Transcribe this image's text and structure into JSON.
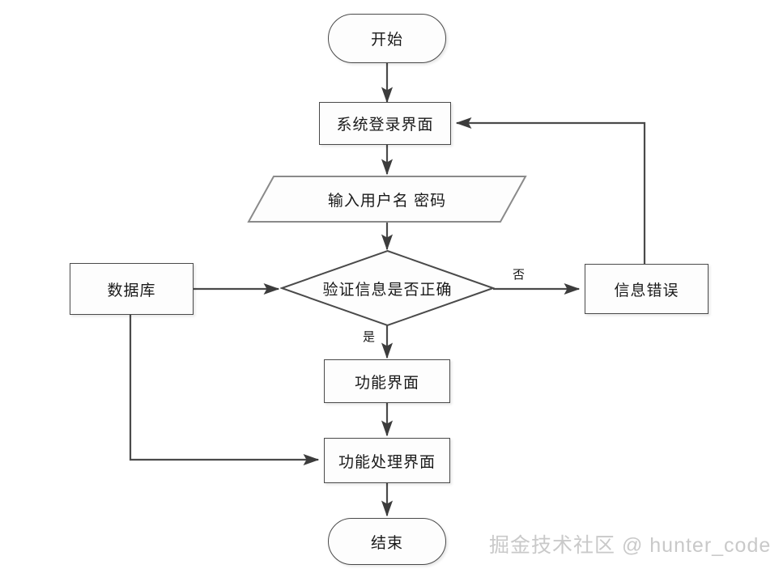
{
  "diagram": {
    "type": "flowchart",
    "title": "",
    "background_color": "#ffffff",
    "line_color": "#4a4a4a",
    "text_color": "#1a1a1a",
    "nodes": [
      {
        "id": "start",
        "label": "开始",
        "shape": "stadium"
      },
      {
        "id": "login",
        "label": "系统登录界面",
        "shape": "rectangle"
      },
      {
        "id": "input",
        "label": "输入用户名 密码",
        "shape": "parallelogram"
      },
      {
        "id": "verify",
        "label": "验证信息是否正确",
        "shape": "diamond"
      },
      {
        "id": "database",
        "label": "数据库",
        "shape": "rectangle"
      },
      {
        "id": "error",
        "label": "信息错误",
        "shape": "rectangle"
      },
      {
        "id": "func",
        "label": "功能界面",
        "shape": "rectangle"
      },
      {
        "id": "process",
        "label": "功能处理界面",
        "shape": "rectangle"
      },
      {
        "id": "end",
        "label": "结束",
        "shape": "stadium"
      }
    ],
    "edge_labels": {
      "no": "否",
      "yes": "是"
    },
    "edges": [
      {
        "from": "start",
        "to": "login",
        "label": ""
      },
      {
        "from": "login",
        "to": "input",
        "label": ""
      },
      {
        "from": "input",
        "to": "verify",
        "label": ""
      },
      {
        "from": "database",
        "to": "verify",
        "label": ""
      },
      {
        "from": "verify",
        "to": "error",
        "label": "否"
      },
      {
        "from": "verify",
        "to": "func",
        "label": "是"
      },
      {
        "from": "error",
        "to": "login",
        "label": ""
      },
      {
        "from": "func",
        "to": "process",
        "label": ""
      },
      {
        "from": "database",
        "to": "process",
        "label": ""
      },
      {
        "from": "process",
        "to": "end",
        "label": ""
      }
    ]
  },
  "watermark": {
    "text": "掘金技术社区 @ hunter_code",
    "color": "#c9c9c9"
  }
}
